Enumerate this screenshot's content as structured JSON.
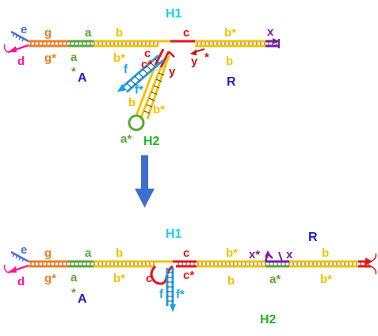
{
  "colors": {
    "e": "#4a6fd6",
    "d": "#ff1493",
    "g": "#f07e1e",
    "a": "#5aa832",
    "b": "#f2c200",
    "c": "#e3151a",
    "f": "#1ea0e8",
    "x": "#7a1fa2",
    "y": "#c01818",
    "hairpin_label": "#19d1e8",
    "strand_label": "#2020c8",
    "h2_label": "#22b322",
    "arrow": "#3d6fd0",
    "rung": "#444444"
  },
  "top": {
    "title": "H1",
    "label_e": "e",
    "label_d": "d",
    "label_g": "g",
    "label_g_star": "g*",
    "label_a": "a",
    "label_a_lower": "a",
    "label_a_star_mark": "*",
    "label_A": "A",
    "label_b_left": "b",
    "label_b_star_left": "b*",
    "label_c": "c",
    "label_b_star_right": "b*",
    "label_b_right": "b",
    "label_x": "x",
    "label_c_red": "c",
    "label_c_star": "c*",
    "label_y": "y",
    "label_y_star": "y",
    "label_y_star_mark": "*",
    "label_R": "R",
    "label_f": "f",
    "label_f_star": "f*",
    "label_b_stem": "b",
    "label_b_star_stem": "b*",
    "label_a_star_loop": "a*",
    "label_H2": "H2"
  },
  "bottom": {
    "title": "H1",
    "label_R": "R",
    "label_e": "e",
    "label_d": "d",
    "label_g": "g",
    "label_g_star": "g*",
    "label_a": "a",
    "label_a_lower": "a",
    "label_a_star_mark": "*",
    "label_A": "A",
    "label_b_left": "b",
    "label_b_star_left": "b*",
    "label_c": "c",
    "label_c_red": "c",
    "label_c_star": "c*",
    "label_b_star_mid": "b*",
    "label_b_mid": "b",
    "label_x_star": "x*",
    "label_x": "x",
    "label_a_star": "a*",
    "label_b_right": "b",
    "label_b_star_right": "b*",
    "label_f": "f",
    "label_f_star": "f*",
    "label_H2": "H2"
  }
}
